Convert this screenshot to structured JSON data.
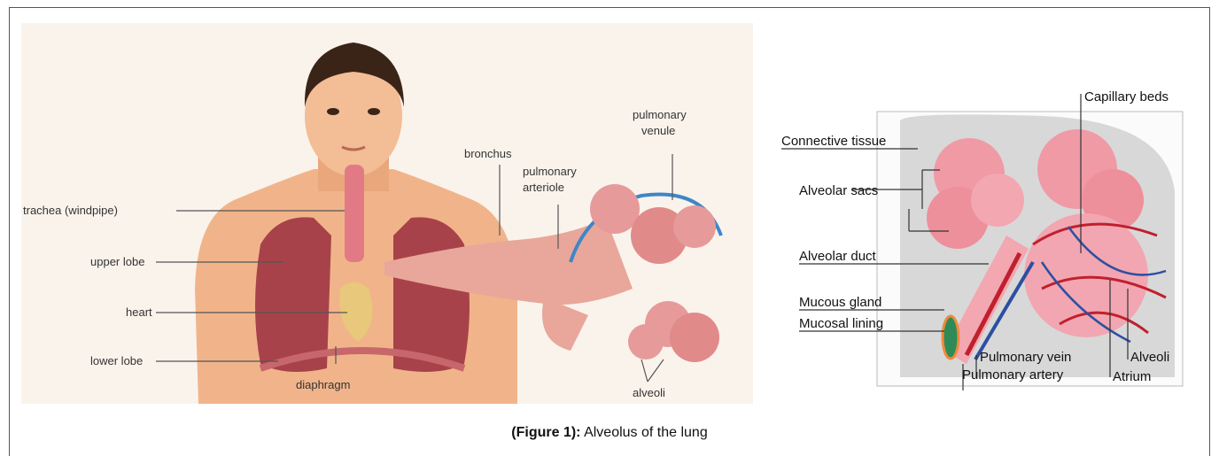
{
  "figure": {
    "caption_label": "(Figure 1):",
    "caption_text": "Alveolus of the lung"
  },
  "left_labels": {
    "trachea": "trachea (windpipe)",
    "upper_lobe": "upper lobe",
    "heart": "heart",
    "lower_lobe": "lower lobe",
    "diaphragm": "diaphragm",
    "bronchus": "bronchus",
    "pulmonary_arteriole_1": "pulmonary",
    "pulmonary_arteriole_2": "arteriole",
    "pulmonary_venule_1": "pulmonary",
    "pulmonary_venule_2": "venule",
    "alveoli": "alveoli"
  },
  "right_labels": {
    "capillary_beds": "Capillary beds",
    "connective_tissue": "Connective tissue",
    "alveolar_sacs": "Alveolar sacs",
    "alveolar_duct": "Alveolar duct",
    "mucous_gland": "Mucous gland",
    "mucosal_lining": "Mucosal lining",
    "pulmonary_vein": "Pulmonary vein",
    "pulmonary_artery": "Pulmonary artery",
    "alveoli": "Alveoli",
    "atrium": "Atrium"
  },
  "colors": {
    "skin": "#f1b48a",
    "lung": "#a8424a",
    "alveoli_pink": "#e79a9a",
    "bronchus": "#e8a79a",
    "vessel_blue": "#3f86c8",
    "vessel_red": "#c0202e",
    "tissue_gray": "#d8d8d8"
  }
}
